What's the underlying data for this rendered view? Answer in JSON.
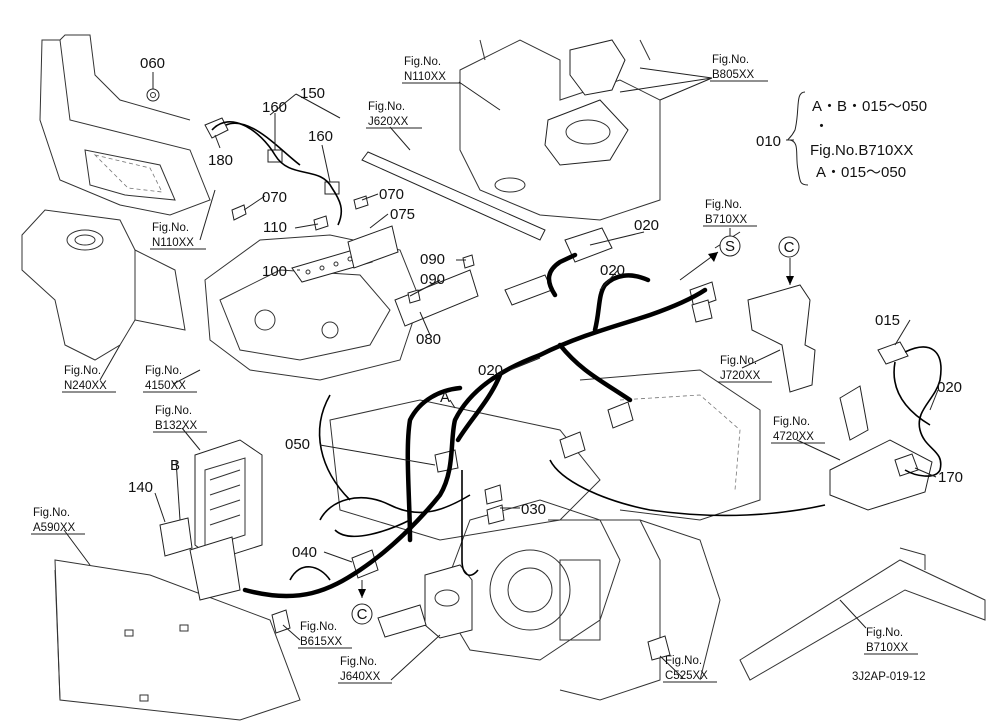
{
  "diagram": {
    "part_numbers": {
      "p060": "060",
      "p150": "150",
      "p160a": "160",
      "p160b": "160",
      "p180": "180",
      "p070a": "070",
      "p070b": "070",
      "p075": "075",
      "p110": "110",
      "p100": "100",
      "p090a": "090",
      "p090b": "090",
      "p080": "080",
      "p020a": "020",
      "p020b": "020",
      "p020c": "020",
      "p020d": "020",
      "p015": "015",
      "p170": "170",
      "p050": "050",
      "p030": "030",
      "p040": "040",
      "p140": "140",
      "p010": "010"
    },
    "letters": {
      "a": "A",
      "b": "B",
      "s": "S",
      "c_top": "C",
      "c_bottom": "C"
    },
    "fig_refs": {
      "n110_top": [
        "Fig.No.",
        "N110XX"
      ],
      "b805": [
        "Fig.No.",
        "B805XX"
      ],
      "j620": [
        "Fig.No.",
        "J620XX"
      ],
      "n110_left": [
        "Fig.No.",
        "N110XX"
      ],
      "b710_top": [
        "Fig.No.",
        "B710XX"
      ],
      "j720": [
        "Fig.No.",
        "J720XX"
      ],
      "n240": [
        "Fig.No.",
        "N240XX"
      ],
      "f4150": [
        "Fig.No.",
        "4150XX"
      ],
      "f4720": [
        "Fig.No.",
        "4720XX"
      ],
      "b132": [
        "Fig.No.",
        "B132XX"
      ],
      "a590": [
        "Fig.No.",
        "A590XX"
      ],
      "b615": [
        "Fig.No.",
        "B615XX"
      ],
      "j640": [
        "Fig.No.",
        "J640XX"
      ],
      "c525": [
        "Fig.No.",
        "C525XX"
      ],
      "b710_bottom": [
        "Fig.No.",
        "B710XX"
      ]
    },
    "brace_note": {
      "line1": "A・B・015～050",
      "line2": "・",
      "line3": "Fig.No.B710XX",
      "line4": "A・015～050"
    },
    "drawing_code": "3J2AP-019-12"
  }
}
